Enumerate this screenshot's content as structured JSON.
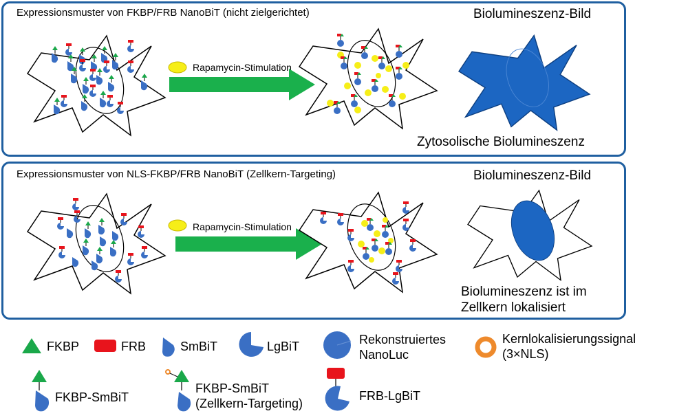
{
  "top_panel": {
    "title": "Expressionsmuster von FKBP/FRB NanoBiT (nicht zielgerichtet)",
    "image_title": "Biolumineszenz-Bild",
    "arrow_label": "Rapamycin-Stimulation",
    "result": "Zytosolische Biolumineszenz"
  },
  "bottom_panel": {
    "title": "Expressionsmuster von NLS-FKBP/FRB NanoBiT (Zellkern-Targeting)",
    "image_title": "Biolumineszenz-Bild",
    "arrow_label": "Rapamycin-Stimulation",
    "result_line1": "Biolumineszenz ist im",
    "result_line2": "Zellkern lokalisiert"
  },
  "legend": {
    "fkbp": "FKBP",
    "frb": "FRB",
    "smbit": "SmBiT",
    "lgbit": "LgBiT",
    "nanoluc_line1": "Rekonstruiertes",
    "nanoluc_line2": "NanoLuc",
    "nls_line1": "Kernlokalisierungssignal",
    "nls_line2": "(3×NLS)",
    "fkbp_smbit": "FKBP-SmBiT",
    "fkbp_smbit_nls_line1": "FKBP-SmBiT",
    "fkbp_smbit_nls_line2": "(Zellkern-Targeting)",
    "frb_lgbit": "FRB-LgBiT"
  },
  "colors": {
    "panel_border": "#1f5fa0",
    "fkbp": "#1aa84a",
    "frb": "#e8141c",
    "bit": "#3a6fc4",
    "rapamycin": "#f6ee18",
    "arrow": "#1ab04c",
    "nls_ring": "#ee8a2c",
    "cell_glow": "#1c66c2"
  }
}
